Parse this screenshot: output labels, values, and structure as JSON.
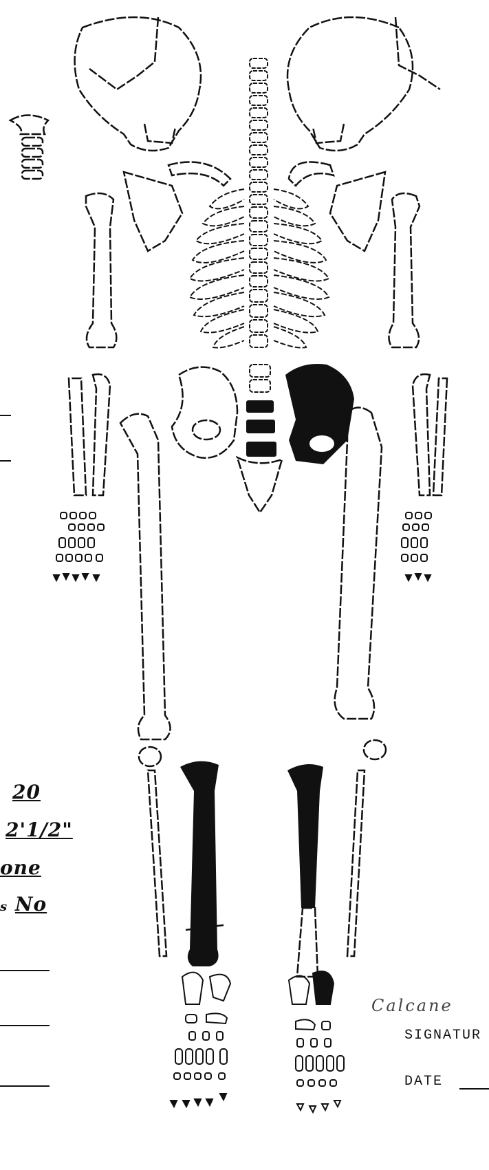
{
  "form": {
    "age_value": "20",
    "height_value": "2'1/2\"",
    "field3_value": "one",
    "field4_prefix": "s",
    "field4_value": "No",
    "annotation": "Calcane",
    "signature_label": "SIGNATUR",
    "date_label": "DATE"
  },
  "colors": {
    "ink": "#111111",
    "paper": "#ffffff"
  }
}
